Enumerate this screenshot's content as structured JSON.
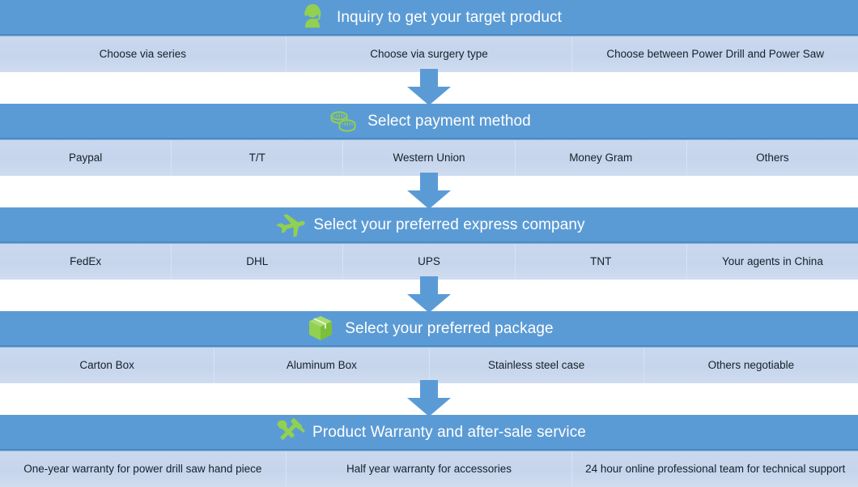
{
  "theme": {
    "header_blue": "#5B9BD5",
    "option_row_blue": "#C6D5EC",
    "icon_green": "#92D050",
    "header_text": "#FFFFFF",
    "option_text": "#17202A",
    "arrow_blue": "#5B9BD5"
  },
  "sections": [
    {
      "id": "inquiry",
      "icon": "customer-service-headset-icon",
      "title": "Inquiry to get your target product",
      "options": [
        "Choose via series",
        "Choose via surgery type",
        "Choose  between Power Drill and Power Saw"
      ]
    },
    {
      "id": "payment",
      "icon": "coins-icon",
      "title": "Select payment method",
      "options": [
        "Paypal",
        "T/T",
        "Western Union",
        "Money Gram",
        "Others"
      ]
    },
    {
      "id": "express",
      "icon": "airplane-icon",
      "title": "Select your preferred express company",
      "options": [
        "FedEx",
        "DHL",
        "UPS",
        "TNT",
        "Your agents in China"
      ]
    },
    {
      "id": "package",
      "icon": "package-box-icon",
      "title": "Select your preferred package",
      "options": [
        "Carton Box",
        "Aluminum Box",
        "Stainless steel case",
        "Others negotiable"
      ]
    },
    {
      "id": "warranty",
      "icon": "hammer-wrench-tools-icon",
      "title": "Product Warranty and after-sale service",
      "options": [
        "One-year warranty for power drill saw hand piece",
        "Half year warranty for accessories",
        "24 hour online professional team for technical support"
      ]
    }
  ],
  "connectors": [
    {
      "id": "arrow-1",
      "direction": "down"
    },
    {
      "id": "arrow-2",
      "direction": "down"
    },
    {
      "id": "arrow-3",
      "direction": "down"
    },
    {
      "id": "arrow-4",
      "direction": "down"
    }
  ]
}
